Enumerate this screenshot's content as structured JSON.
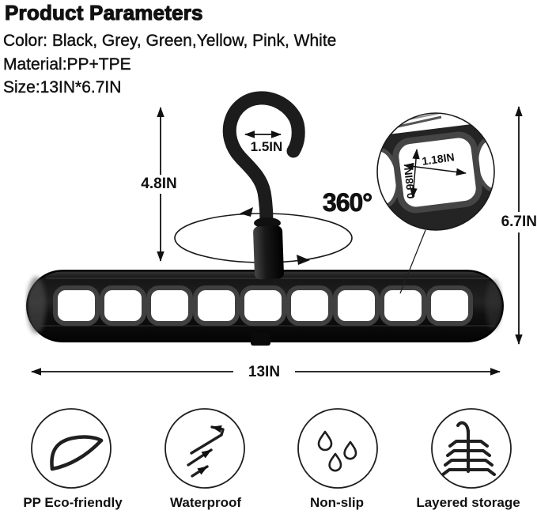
{
  "header": {
    "title": "Product Parameters",
    "spec_color": "Color: Black, Grey, Green,Yellow, Pink, White",
    "spec_material": "Material:PP+TPE",
    "spec_size": "Size:13IN*6.7IN"
  },
  "diagram": {
    "hook_opening_width": "1.5IN",
    "hook_height": "4.8IN",
    "rotation": "360°",
    "hanger_height": "6.7IN",
    "hanger_width": "13IN",
    "slot_width": "1.18IN",
    "slot_height": "0.98IN",
    "slot_count": 9
  },
  "features": [
    {
      "label": "PP Eco-friendly"
    },
    {
      "label": "Waterproof"
    },
    {
      "label": "Non-slip"
    },
    {
      "label": "Layered storage"
    }
  ],
  "colors": {
    "product_black": "#1c1c1c",
    "text": "#111111",
    "background": "#ffffff"
  }
}
